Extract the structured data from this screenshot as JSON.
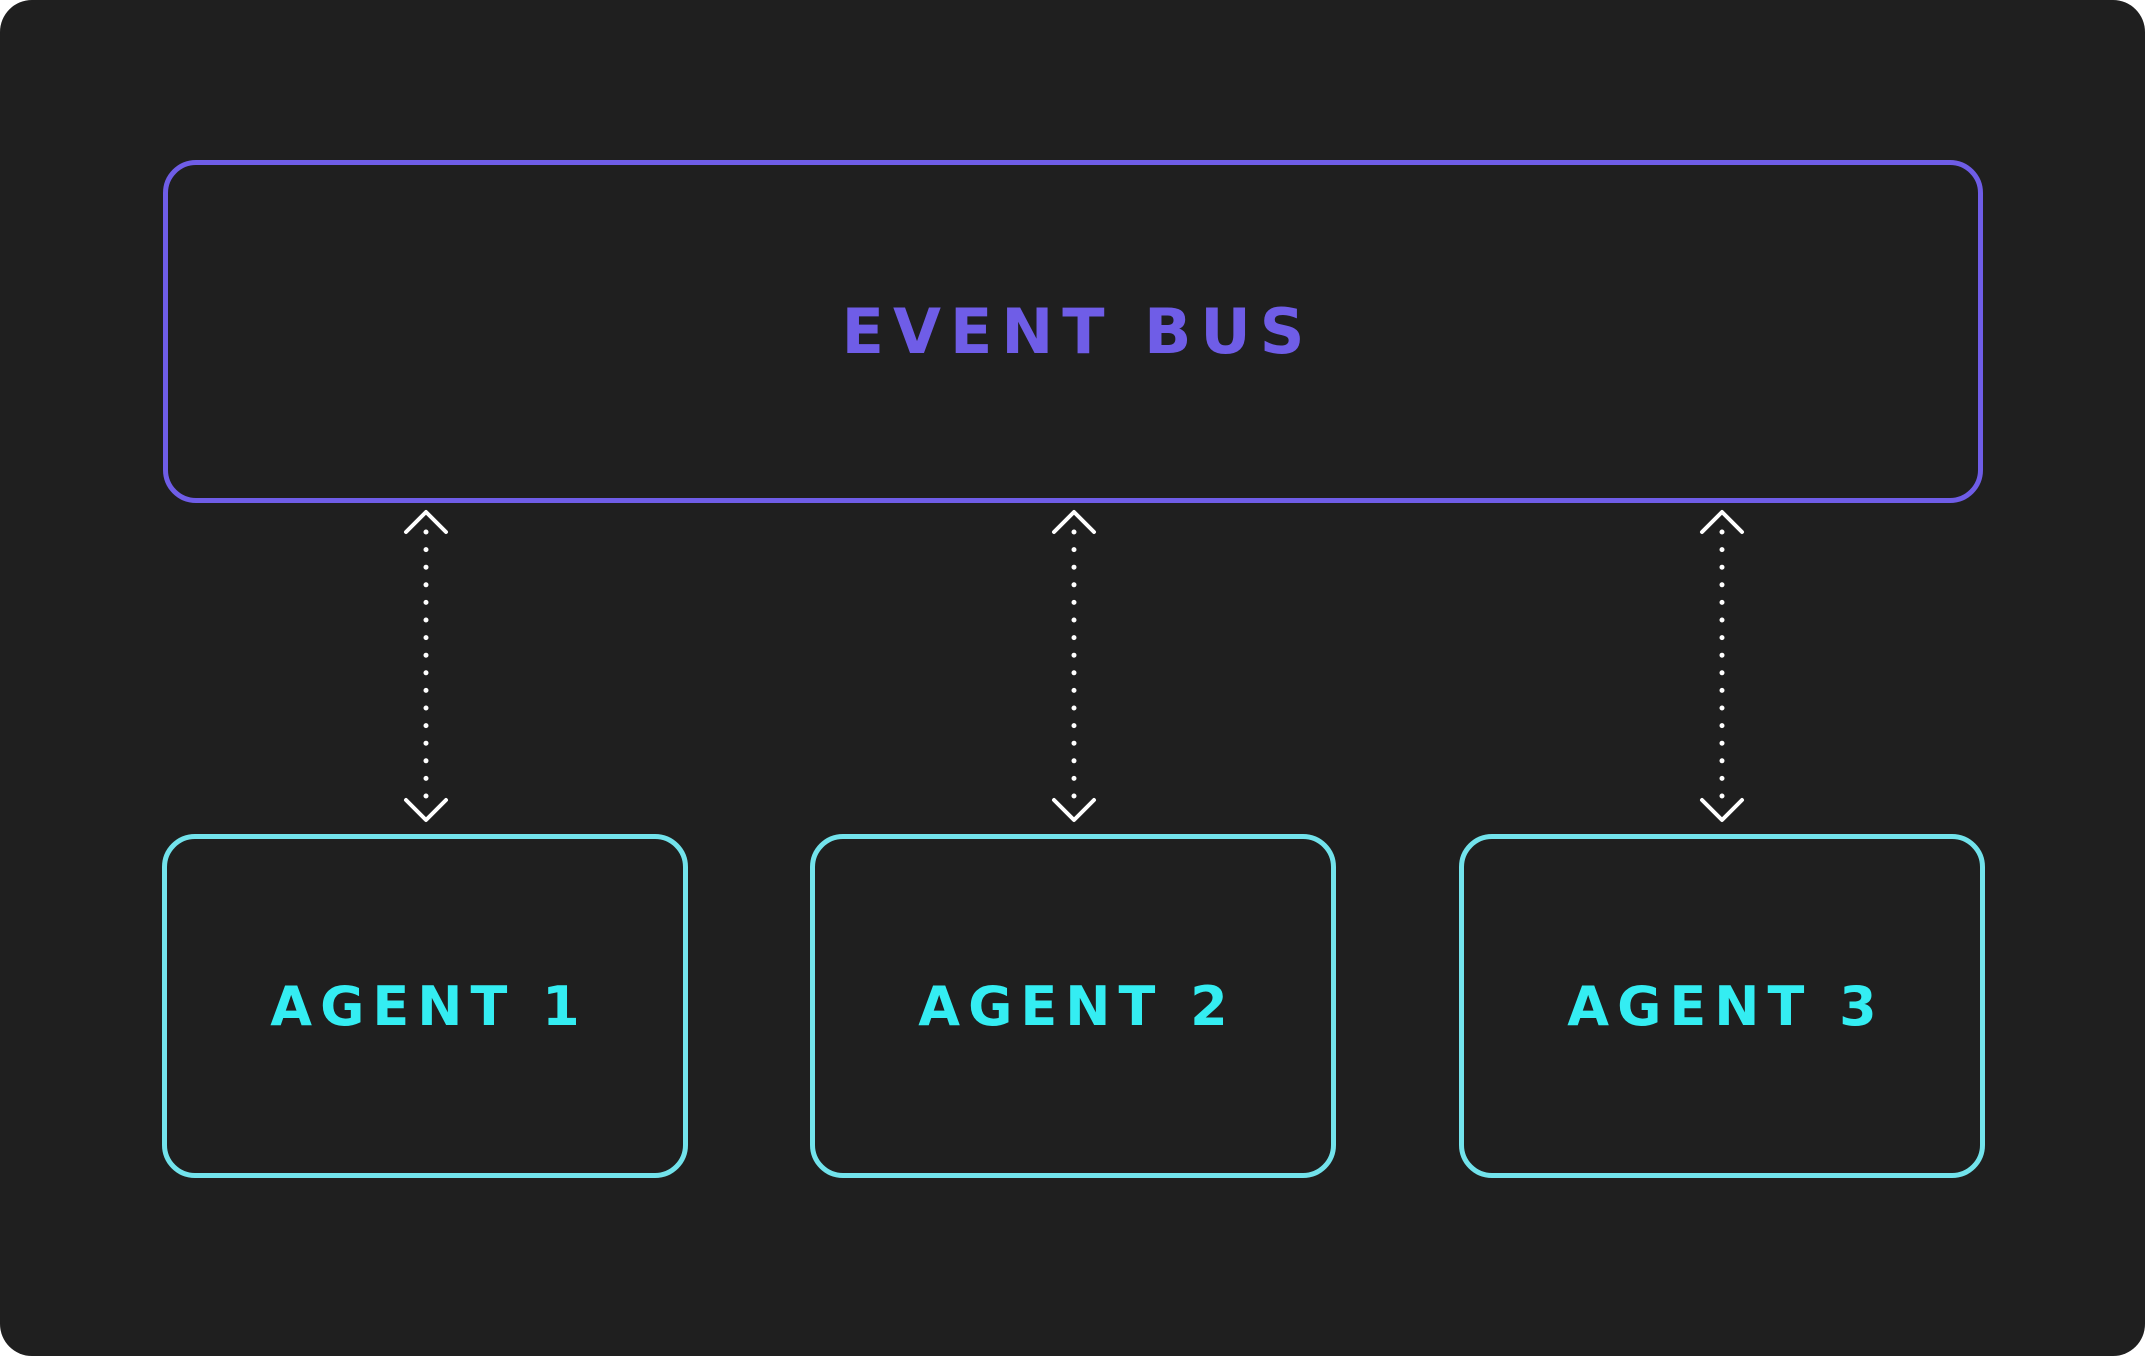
{
  "diagram": {
    "bus": {
      "label": "EVENT BUS",
      "color": "#6f5de7"
    },
    "agents": [
      {
        "label": "AGENT 1"
      },
      {
        "label": "AGENT 2"
      },
      {
        "label": "AGENT 3"
      }
    ],
    "agent_color": "#72e3ec",
    "agent_text_color": "#34edf2",
    "connector": {
      "style": "dotted",
      "direction": "bidirectional",
      "color": "#ffffff"
    },
    "background": "#1f1f1f"
  }
}
